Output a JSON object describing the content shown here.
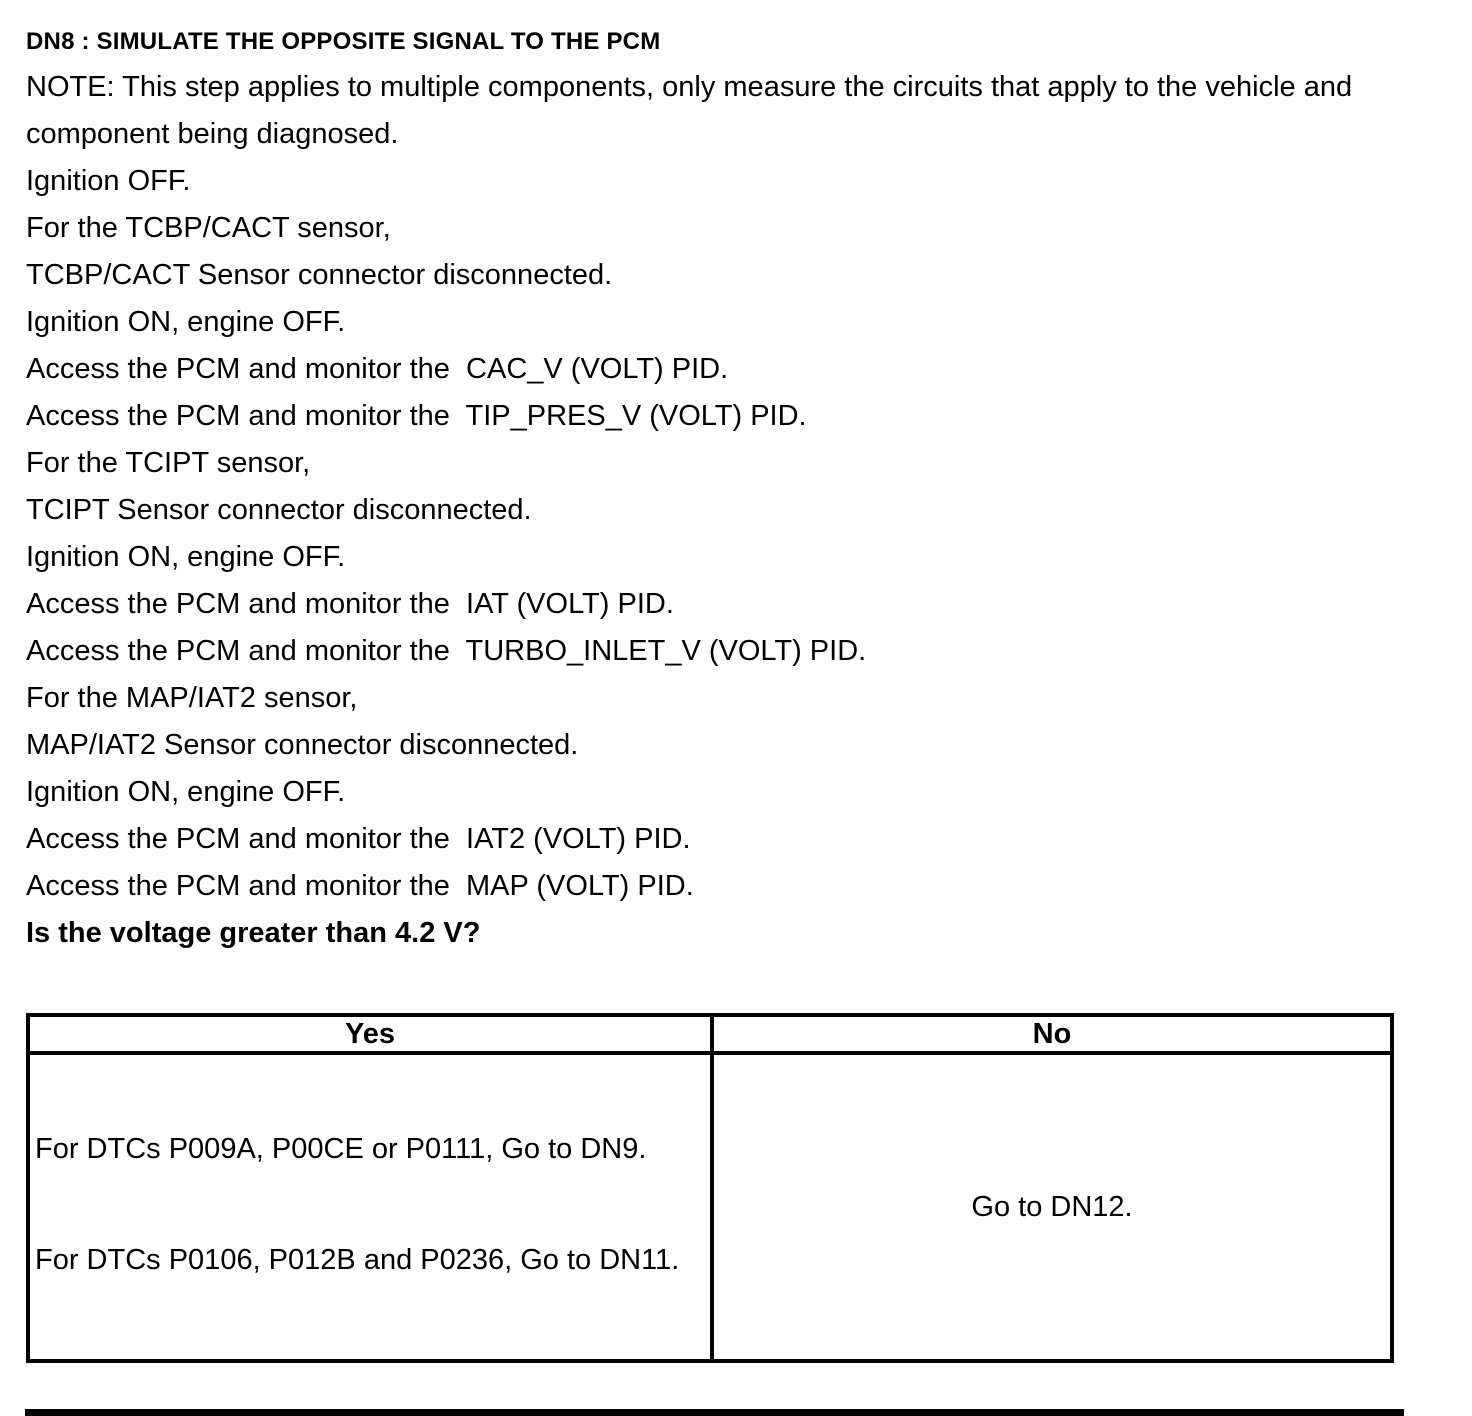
{
  "doc": {
    "title": "DN8 : SIMULATE THE OPPOSITE SIGNAL TO THE PCM",
    "note": "NOTE: This step applies to multiple components, only measure the circuits that apply to the vehicle and component being diagnosed.",
    "instructions": [
      "Ignition OFF.",
      "For the TCBP/CACT sensor,",
      "TCBP/CACT Sensor connector disconnected.",
      "Ignition ON, engine OFF.",
      "Access the PCM and monitor the  CAC_V (VOLT) PID.",
      "Access the PCM and monitor the  TIP_PRES_V (VOLT) PID.",
      "For the TCIPT sensor,",
      "TCIPT Sensor connector disconnected.",
      "Ignition ON, engine OFF.",
      "Access the PCM and monitor the  IAT (VOLT) PID.",
      "Access the PCM and monitor the  TURBO_INLET_V (VOLT) PID.",
      "For the MAP/IAT2 sensor,",
      "MAP/IAT2 Sensor connector disconnected.",
      "Ignition ON, engine OFF.",
      "Access the PCM and monitor the  IAT2 (VOLT) PID.",
      "Access the PCM and monitor the  MAP (VOLT) PID."
    ],
    "question": "Is the voltage greater than 4.2 V?",
    "table": {
      "headers": [
        "Yes",
        "No"
      ],
      "yes_actions": [
        "For DTCs P009A, P00CE or P0111, Go to DN9.",
        "For DTCs P0106, P012B and P0236, Go to DN11."
      ],
      "no_action": "Go to DN12."
    },
    "colors": {
      "text": "#000000",
      "background": "#ffffff",
      "border": "#000000"
    }
  }
}
